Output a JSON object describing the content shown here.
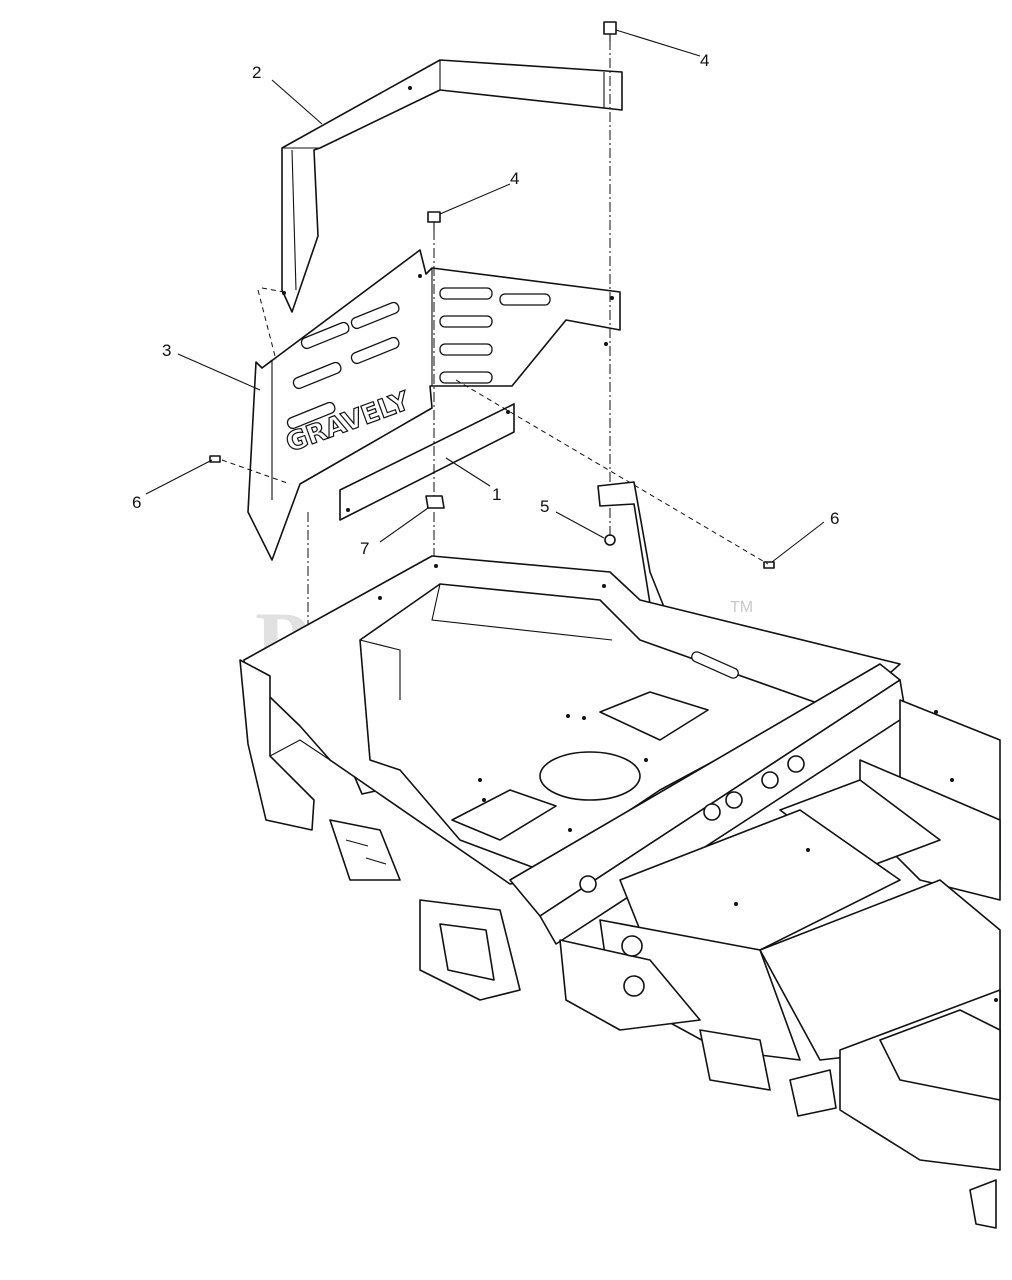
{
  "callouts": [
    {
      "id": "c2",
      "label": "2"
    },
    {
      "id": "c4a",
      "label": "4"
    },
    {
      "id": "c4b",
      "label": "4"
    },
    {
      "id": "c3",
      "label": "3"
    },
    {
      "id": "c1",
      "label": "1"
    },
    {
      "id": "c6a",
      "label": "6"
    },
    {
      "id": "c5",
      "label": "5"
    },
    {
      "id": "c6b",
      "label": "6"
    },
    {
      "id": "c7",
      "label": "7"
    }
  ],
  "watermark": {
    "text": "PartsTree",
    "trademark": "TM"
  },
  "plate_text": "GRAVELY"
}
